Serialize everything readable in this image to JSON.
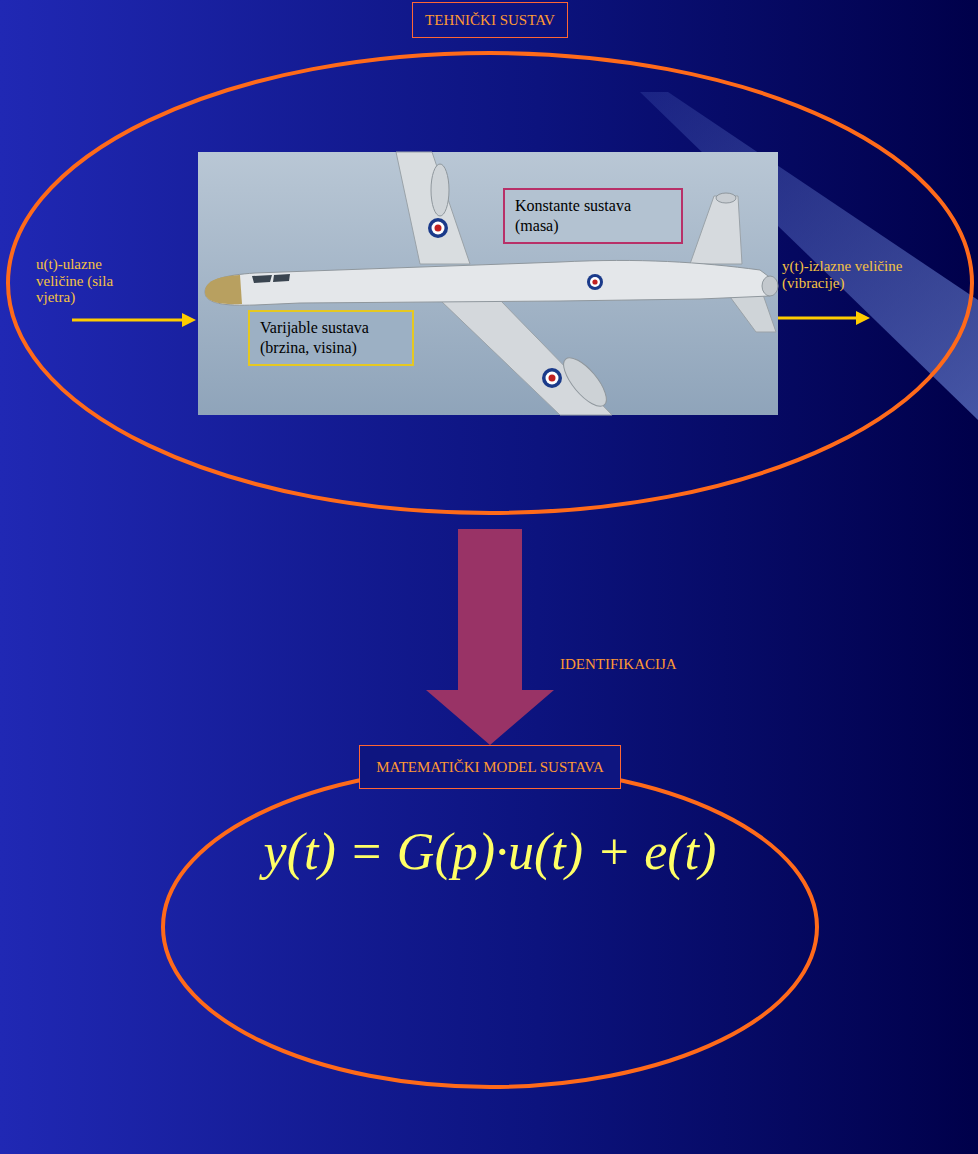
{
  "diagram": {
    "nodes": [
      {
        "text": [
          "TEHNIČKI SUSTAV"
        ]
      },
      {
        "text": [
          "Konstante sustava (masa)"
        ],
        "in": 0
      },
      {
        "text": [
          "Varijable sustava (brzina, visina)"
        ],
        "in": 0
      },
      {
        "text": [
          "MATEMATIČKI MODEL SUSTAVA",
          "y(t) = G(p)·u(t) + e(t)"
        ]
      }
    ],
    "edges": [
      {
        "from": 0,
        "to": 3,
        "arrow": "to",
        "label": "IDENTIFIKACIJA"
      }
    ],
    "labels": [
      "u(t)-ulazne veličine (sila vjetra)",
      "y(t)-izlazne veličine (vibracije)"
    ]
  }
}
